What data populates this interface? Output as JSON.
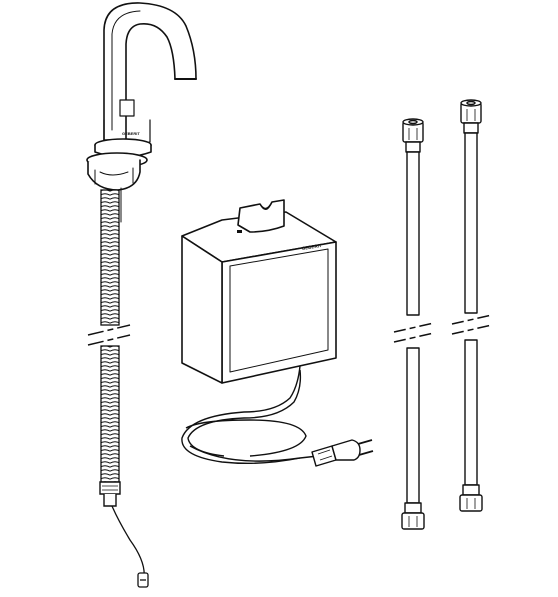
{
  "brand": {
    "logo_text": "GEBERIT"
  },
  "colors": {
    "line": "#111111",
    "fill": "#ffffff",
    "shade": "#e6e6e6"
  },
  "components": [
    {
      "id": "faucet",
      "icon": "faucet-icon"
    },
    {
      "id": "braided-hose",
      "icon": "hose-icon"
    },
    {
      "id": "control-box",
      "icon": "box-icon"
    },
    {
      "id": "power-cable",
      "icon": "cable-icon"
    },
    {
      "id": "power-plug",
      "icon": "plug-icon"
    },
    {
      "id": "connection-hose-1",
      "icon": "hose-icon"
    },
    {
      "id": "connection-hose-2",
      "icon": "hose-icon"
    }
  ]
}
